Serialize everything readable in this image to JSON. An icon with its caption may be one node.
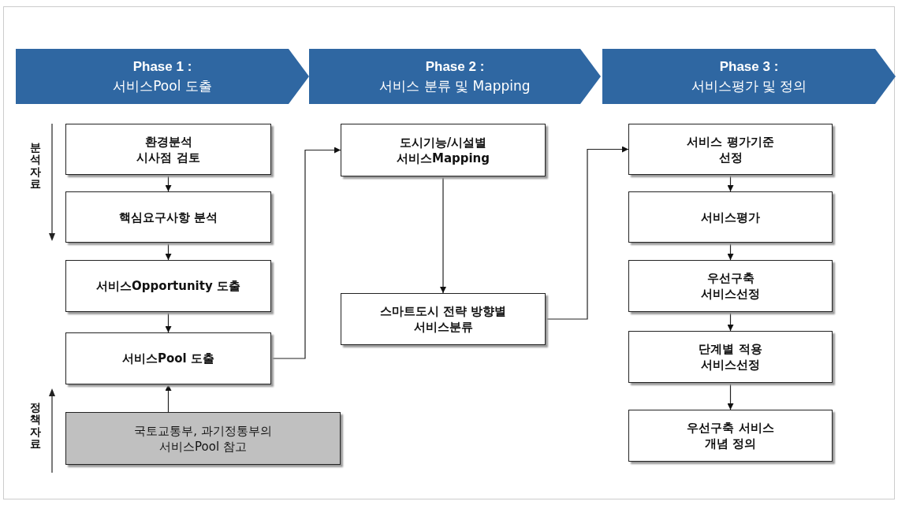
{
  "diagram": {
    "nodes": [
      {
        "text": [
          "Phase 1 :",
          "서비스Pool 도출"
        ]
      },
      {
        "text": [
          "Phase 2 :",
          "서비스 분류 및 Mapping"
        ]
      },
      {
        "text": [
          "Phase 3 :",
          "서비스평가 및 정의"
        ]
      },
      {
        "text": [
          "환경분석 시사점 검토"
        ]
      },
      {
        "text": [
          "핵심요구사항 분석"
        ]
      },
      {
        "text": [
          "서비스Opportunity 도출"
        ]
      },
      {
        "text": [
          "서비스Pool 도출"
        ]
      },
      {
        "text": [
          "국토교통부, 과기정통부의 서비스Pool 참고"
        ]
      },
      {
        "text": [
          "도시기능/시설별 서비스Mapping"
        ]
      },
      {
        "text": [
          "스마트도시 전략 방향별 서비스분류"
        ]
      },
      {
        "text": [
          "서비스 평가기준 선정"
        ]
      },
      {
        "text": [
          "서비스평가"
        ]
      },
      {
        "text": [
          "우선구축 서비스선정"
        ]
      },
      {
        "text": [
          "단계별 적용 서비스선정"
        ]
      },
      {
        "text": [
          "우선구축 서비스 개념 정의"
        ]
      }
    ],
    "edges": [
      {
        "from": 3,
        "to": 4,
        "arrow": "to"
      },
      {
        "from": 4,
        "to": 5,
        "arrow": "to"
      },
      {
        "from": 5,
        "to": 6,
        "arrow": "to"
      },
      {
        "from": 7,
        "to": 6,
        "arrow": "to"
      },
      {
        "from": 6,
        "to": 8,
        "arrow": "to"
      },
      {
        "from": 8,
        "to": 9,
        "arrow": "to"
      },
      {
        "from": 9,
        "to": 10,
        "arrow": "to"
      },
      {
        "from": 10,
        "to": 11,
        "arrow": "to"
      },
      {
        "from": 11,
        "to": 12,
        "arrow": "to"
      },
      {
        "from": 12,
        "to": 13,
        "arrow": "to"
      },
      {
        "from": 13,
        "to": 14,
        "arrow": "to"
      }
    ],
    "labels": [
      "분석자료",
      "정책자료"
    ]
  }
}
